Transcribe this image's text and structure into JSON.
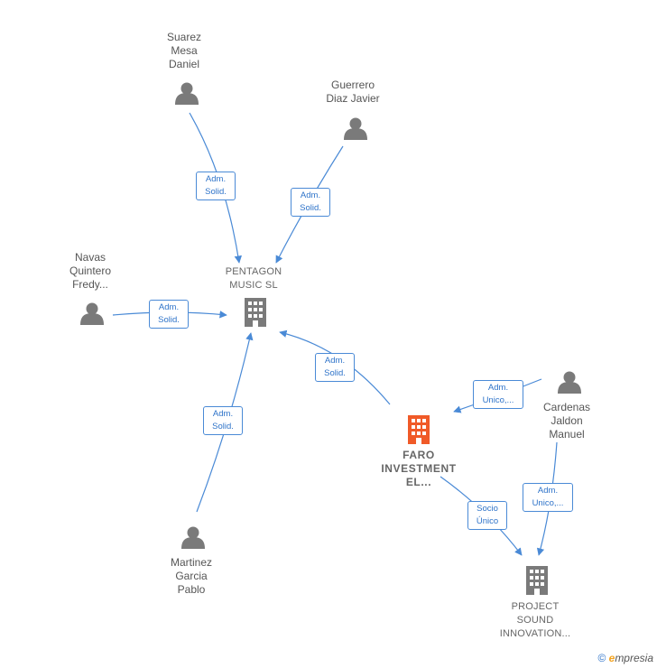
{
  "nodes": {
    "suarez": {
      "label": "Suarez\nMesa\nDaniel",
      "icon": "person-icon"
    },
    "guerrero": {
      "label": "Guerrero\nDiaz Javier",
      "icon": "person-icon"
    },
    "navas": {
      "label": "Navas\nQuintero\nFredy...",
      "icon": "person-icon"
    },
    "martinez": {
      "label": "Martinez\nGarcia\nPablo",
      "icon": "person-icon"
    },
    "cardenas": {
      "label": "Cardenas\nJaldon\nManuel",
      "icon": "person-icon"
    },
    "pentagon": {
      "label": "PENTAGON\nMUSIC  SL",
      "icon": "building-icon"
    },
    "faro": {
      "label": "FARO\nINVESTMENT\nEL...",
      "icon": "building-icon"
    },
    "project": {
      "label": "PROJECT\nSOUND\nINNOVATION...",
      "icon": "building-icon"
    }
  },
  "edges": {
    "suarez_pentagon": "Adm.\nSolid.",
    "guerrero_pentagon": "Adm.\nSolid.",
    "navas_pentagon": "Adm.\nSolid.",
    "martinez_pentagon": "Adm.\nSolid.",
    "faro_pentagon": "Adm.\nSolid.",
    "cardenas_faro": "Adm.\nUnico,...",
    "cardenas_project": "Adm.\nUnico,...",
    "faro_project": "Socio\nÚnico"
  },
  "colors": {
    "edge": "#4a8ad6",
    "person": "#7a7a7a",
    "company": "#7a7a7a",
    "focus_company": "#f05a28"
  },
  "footer": {
    "copyright": "©",
    "brand_e": "e",
    "brand_rest": "mpresia"
  }
}
